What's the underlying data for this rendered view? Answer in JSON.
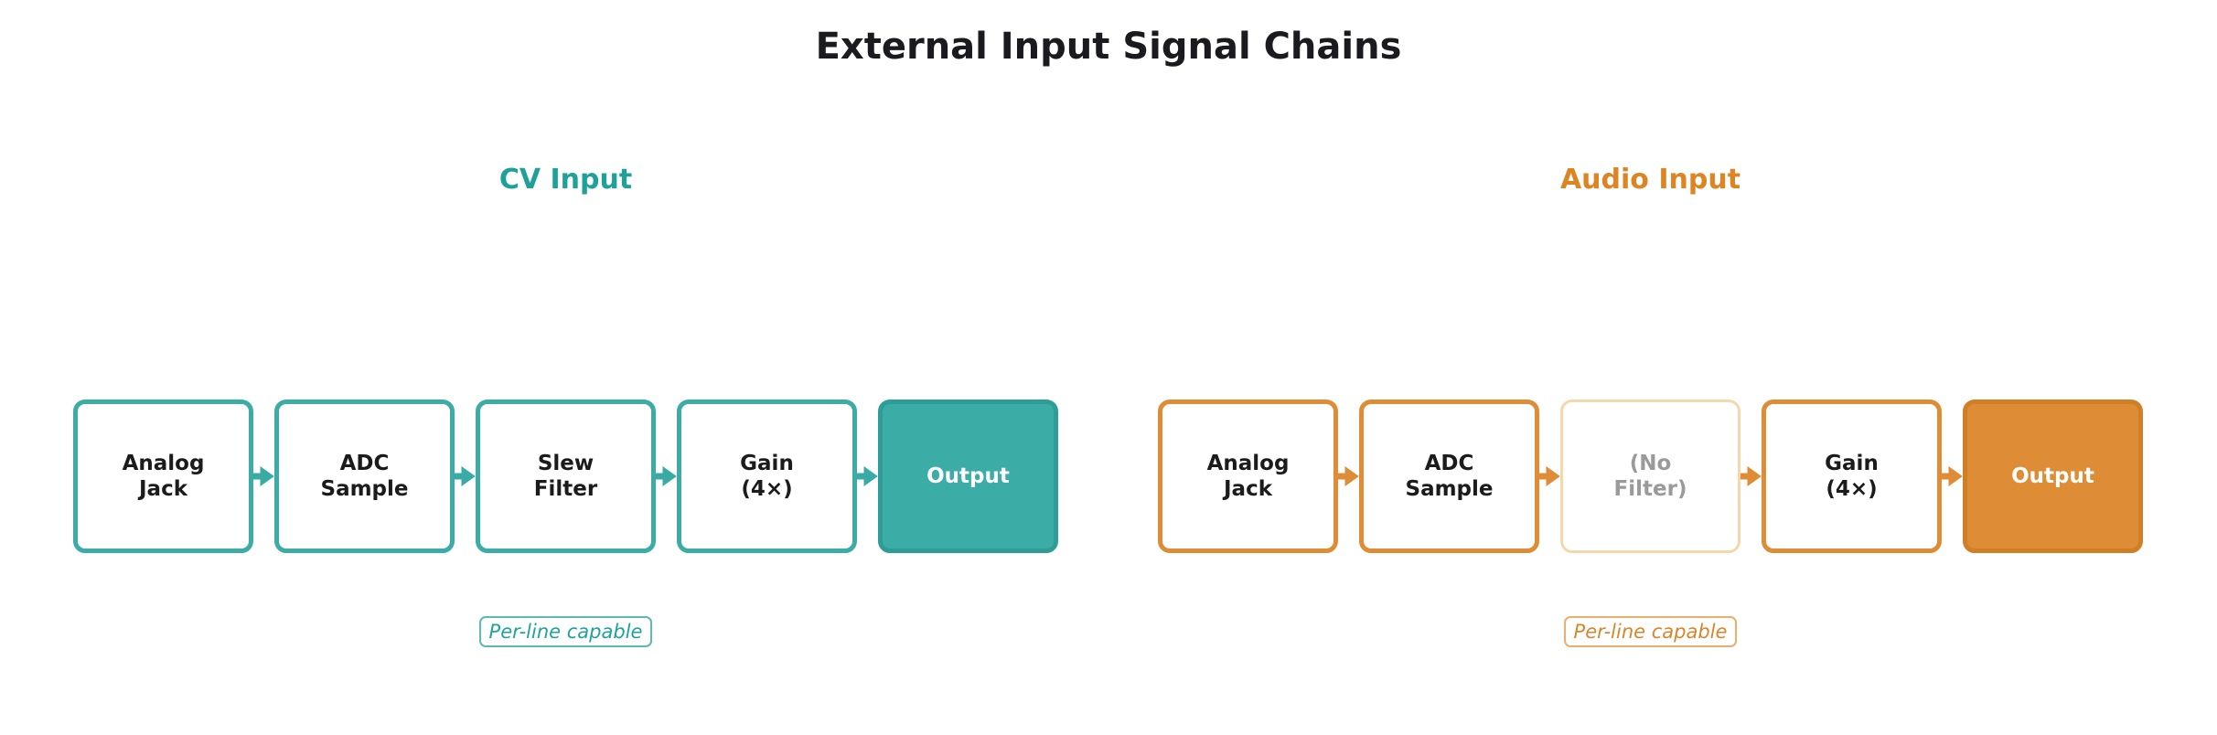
{
  "title": "External Input Signal Chains",
  "palette": {
    "ink": "#1b1b1f",
    "teal_accent": "#1fa099",
    "teal_box": "#3daca6",
    "teal_fill": "#3bada6",
    "orange_accent": "#dd8522",
    "orange_box": "#de8d36",
    "muted_border": "#f5d7ac",
    "muted_text": "#9a9a9a",
    "background": "#ffffff"
  },
  "chains": [
    {
      "name": "cv",
      "label": "CV Input",
      "badge": "Per-line capable",
      "nodes": [
        {
          "label": "Analog\nJack",
          "style": "normal"
        },
        {
          "label": "ADC\nSample",
          "style": "normal"
        },
        {
          "label": "Slew\nFilter",
          "style": "normal"
        },
        {
          "label": "Gain\n(4×)",
          "style": "normal"
        },
        {
          "label": "Output",
          "style": "filled"
        }
      ]
    },
    {
      "name": "audio",
      "label": "Audio Input",
      "badge": "Per-line capable",
      "nodes": [
        {
          "label": "Analog\nJack",
          "style": "normal"
        },
        {
          "label": "ADC\nSample",
          "style": "normal"
        },
        {
          "label": "(No\nFilter)",
          "style": "muted"
        },
        {
          "label": "Gain\n(4×)",
          "style": "normal"
        },
        {
          "label": "Output",
          "style": "filled"
        }
      ]
    }
  ]
}
